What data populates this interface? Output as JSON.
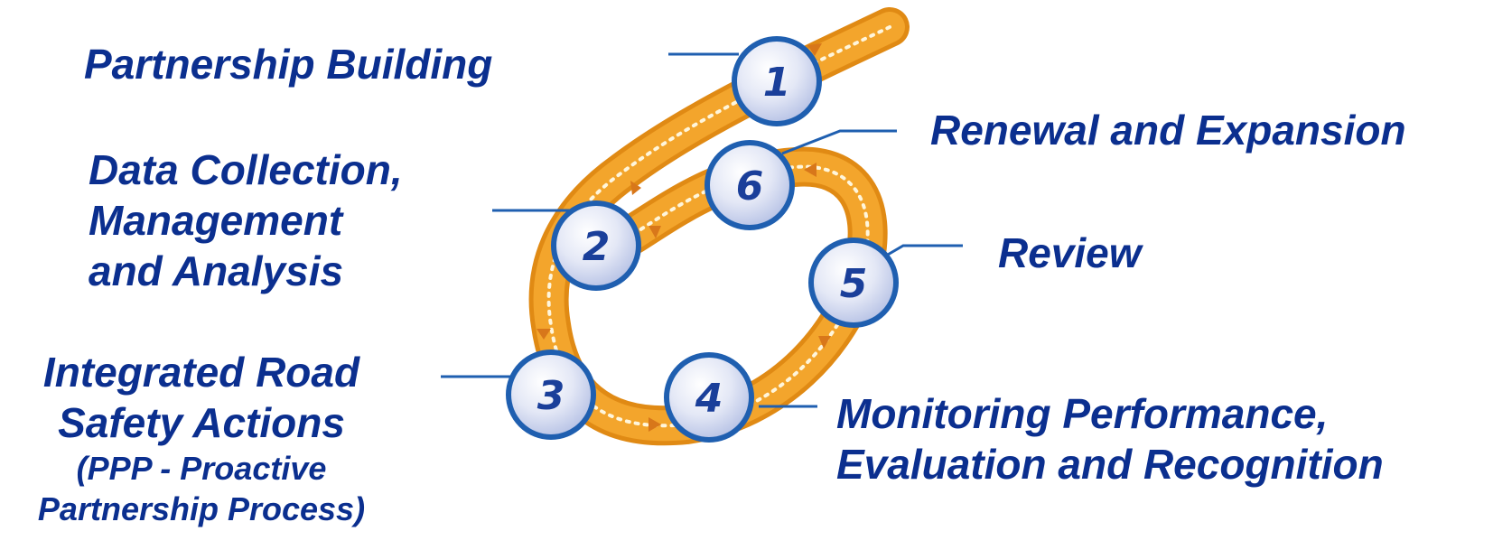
{
  "steps": [
    {
      "number": "1",
      "label_lines": [
        "Partnership Building"
      ]
    },
    {
      "number": "2",
      "label_lines": [
        "Data Collection,",
        "Management",
        "and Analysis"
      ]
    },
    {
      "number": "3",
      "label_lines": [
        "Integrated Road",
        "Safety Actions"
      ],
      "sub_lines": [
        "(PPP - Proactive",
        "Partnership Process)"
      ]
    },
    {
      "number": "4",
      "label_lines": [
        "Monitoring Performance,",
        "Evaluation and Recognition"
      ]
    },
    {
      "number": "5",
      "label_lines": [
        "Review"
      ]
    },
    {
      "number": "6",
      "label_lines": [
        "Renewal and Expansion"
      ]
    }
  ],
  "colors": {
    "text": "#0b2f8f",
    "road": "#f3a52c",
    "road_dark": "#e08a14",
    "circle_ring": "#1f5fb0",
    "number": "#1a3f9a"
  }
}
